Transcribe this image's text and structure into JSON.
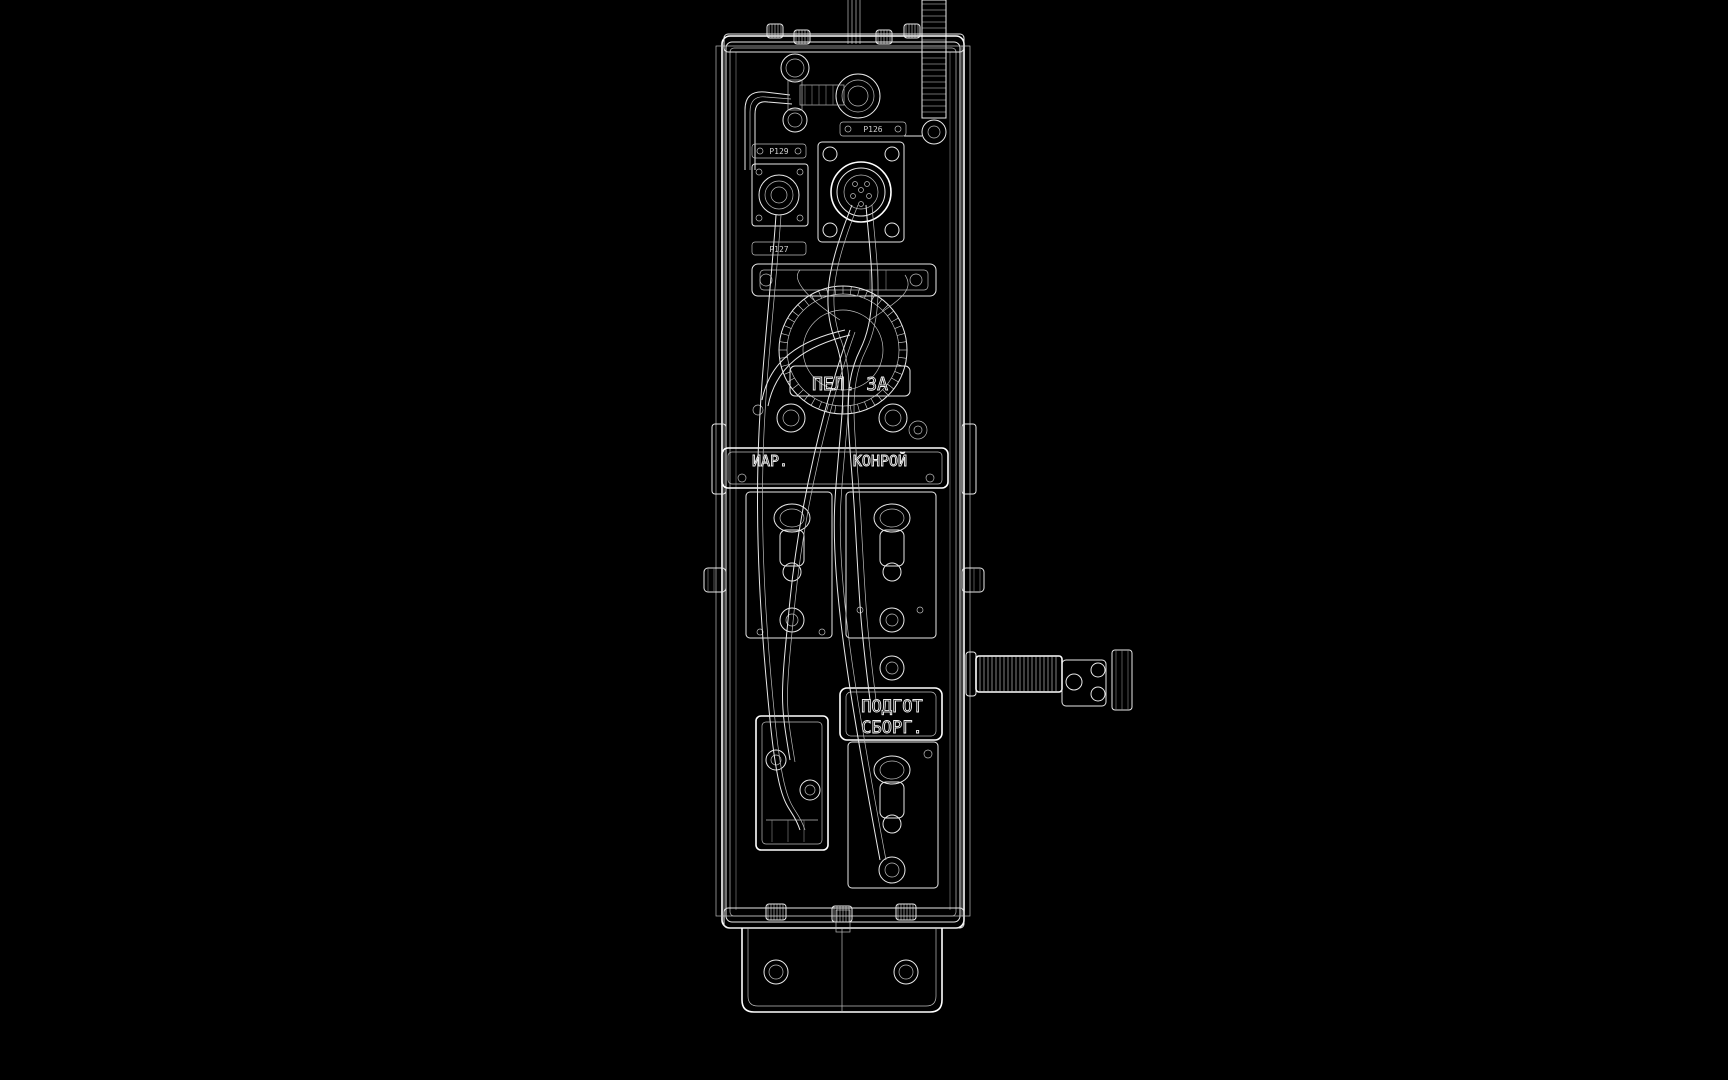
{
  "scene": {
    "background": "#000000",
    "line_color": "#e9e9e9",
    "render_style": "wireframe"
  },
  "panel": {
    "plate_labels": {
      "p126": "P126",
      "p129": "P129",
      "p127": "P127"
    },
    "markings": {
      "upper_plate": "ПЕЛ. ЗА",
      "middle_plate_left": "ИАР.",
      "middle_plate_right": "КОНРОЙ",
      "lower_plate_line1": "ПОДГОТ",
      "lower_plate_line2": "СБОРГ."
    }
  }
}
